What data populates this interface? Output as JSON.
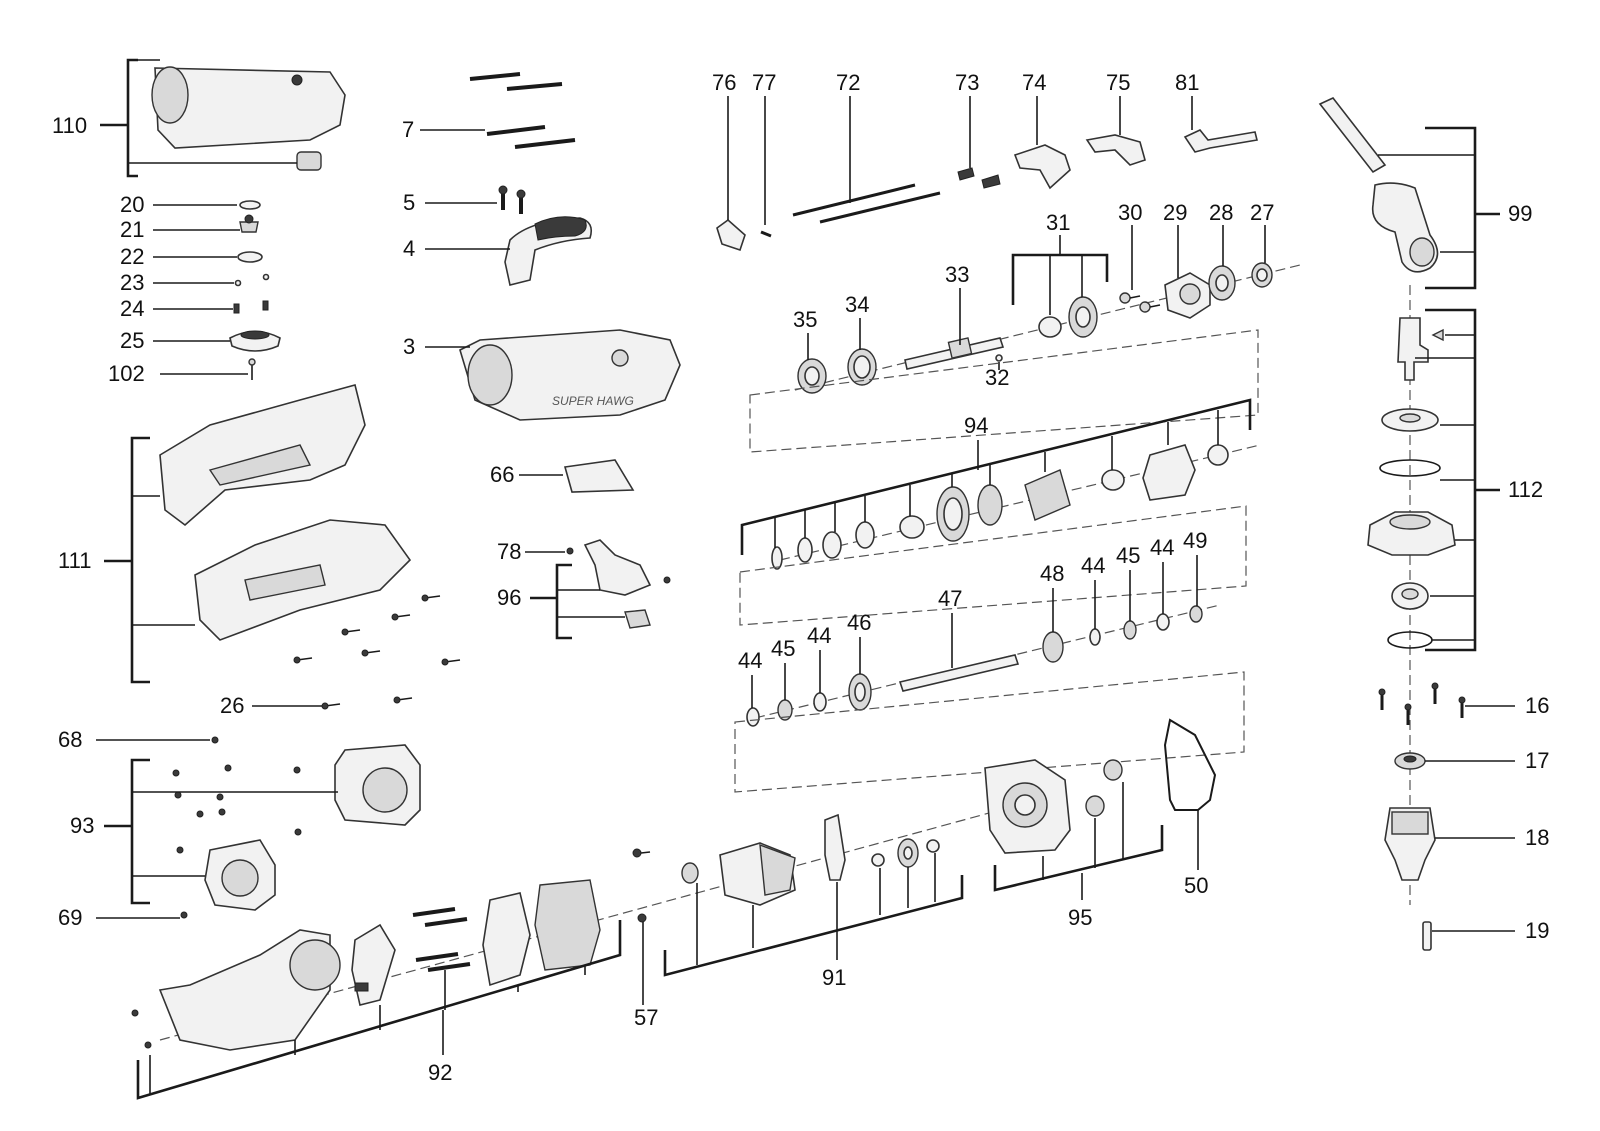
{
  "labels": {
    "l3": "3",
    "l4": "4",
    "l5": "5",
    "l7": "7",
    "l16": "16",
    "l17": "17",
    "l18": "18",
    "l19": "19",
    "l20": "20",
    "l21": "21",
    "l22": "22",
    "l23": "23",
    "l24": "24",
    "l25": "25",
    "l26": "26",
    "l27": "27",
    "l28": "28",
    "l29": "29",
    "l30": "30",
    "l31": "31",
    "l32": "32",
    "l33": "33",
    "l34": "34",
    "l35": "35",
    "l44a": "44",
    "l44b": "44",
    "l44c": "44",
    "l44d": "44",
    "l45a": "45",
    "l45b": "45",
    "l46": "46",
    "l47": "47",
    "l48": "48",
    "l49": "49",
    "l50": "50",
    "l57": "57",
    "l66": "66",
    "l68": "68",
    "l69": "69",
    "l72": "72",
    "l73": "73",
    "l74": "74",
    "l75": "75",
    "l76": "76",
    "l77": "77",
    "l78": "78",
    "l81": "81",
    "l91": "91",
    "l92": "92",
    "l93": "93",
    "l94": "94",
    "l95": "95",
    "l96": "96",
    "l99": "99",
    "l102": "102",
    "l110": "110",
    "l111": "111",
    "l112": "112"
  },
  "brand_text": "SUPER HAWG"
}
